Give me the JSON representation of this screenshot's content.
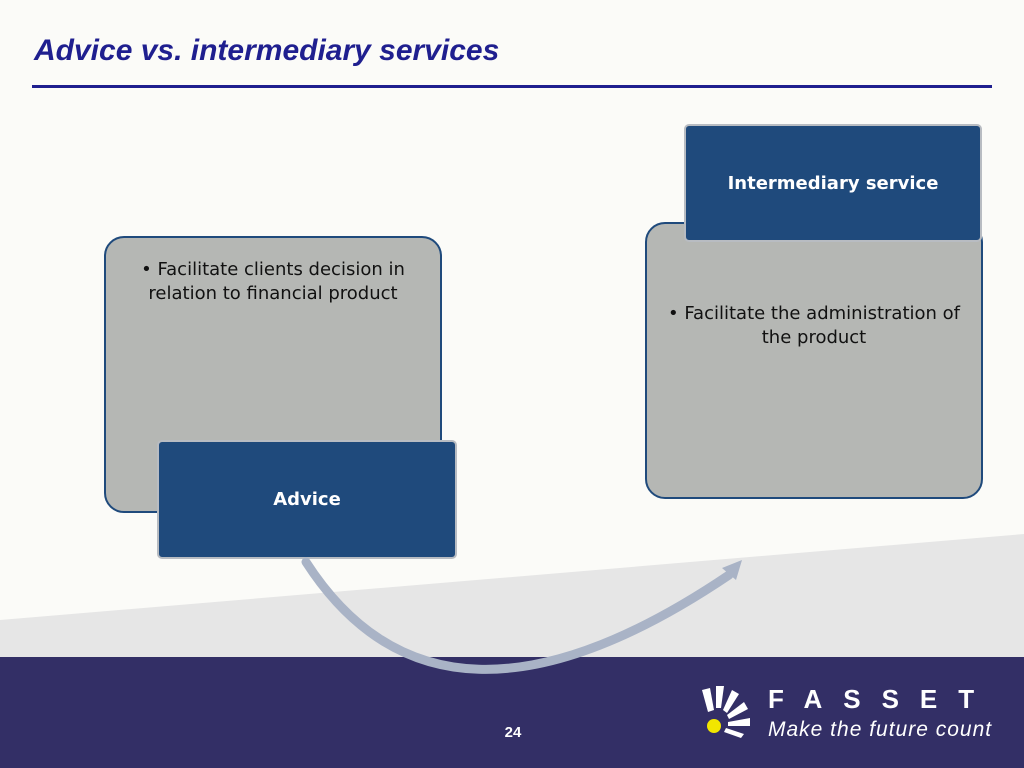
{
  "slide": {
    "title": "Advice vs. intermediary services",
    "page_number": "24"
  },
  "advice": {
    "label": "Advice",
    "bullet": "Facilitate clients decision in relation to financial product"
  },
  "intermediary": {
    "label": "Intermediary service",
    "bullet": "Facilitate the administration of the product"
  },
  "logo": {
    "brand": "FASSET",
    "tagline": "Make the future count"
  },
  "colors": {
    "title": "#1f1f8f",
    "box_fill": "#1f4a7c",
    "card_fill": "#b5b7b4",
    "footer": "#332f66",
    "arrow": "#a9b3c6"
  }
}
